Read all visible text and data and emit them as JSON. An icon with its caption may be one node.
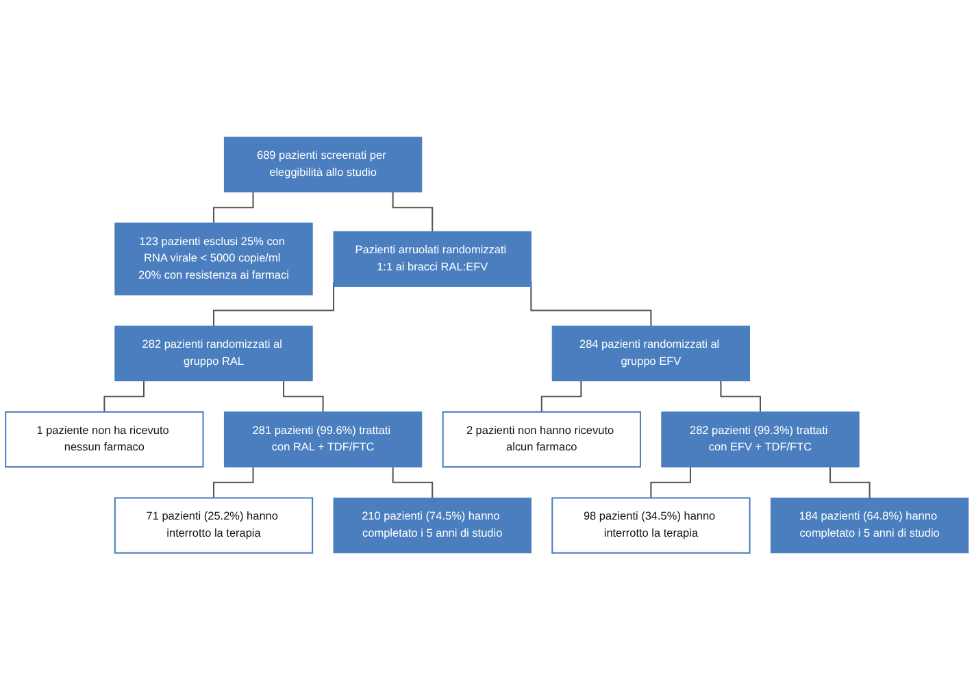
{
  "diagram": {
    "nodes": [
      {
        "text": [
          "689 pazienti screenati per eleggibilità allo studio"
        ]
      },
      {
        "text": [
          "123 pazienti esclusi 25% con RNA virale < 5000 copie/ml 20% con resistenza ai farmaci"
        ]
      },
      {
        "text": [
          "Pazienti arruolati randomizzati 1:1 ai bracci RAL:EFV"
        ]
      },
      {
        "text": [
          "282 pazienti randomizzati al gruppo RAL"
        ]
      },
      {
        "text": [
          "284 pazienti randomizzati al gruppo EFV"
        ]
      },
      {
        "text": [
          "1 paziente non ha ricevuto nessun farmaco"
        ]
      },
      {
        "text": [
          "2 pazienti non hanno ricevuto alcun farmaco"
        ]
      },
      {
        "text": [
          "281 pazienti (99.6%) trattati con RAL + TDF/FTC"
        ]
      },
      {
        "text": [
          "282 pazienti (99.3%) trattati con EFV + TDF/FTC"
        ]
      },
      {
        "text": [
          "71 pazienti (25.2%) hanno interrotto la terapia"
        ]
      },
      {
        "text": [
          "98 pazienti (34.5%) hanno interrotto la terapia"
        ]
      },
      {
        "text": [
          "210 pazienti (74.5%) hanno completato i 5 anni di studio"
        ]
      },
      {
        "text": [
          "184 pazienti (64.8%) hanno completato i 5 anni di studio"
        ]
      }
    ],
    "edges": [
      {
        "from": 0,
        "to": 1,
        "arrow": "none"
      },
      {
        "from": 0,
        "to": 2,
        "arrow": "none"
      },
      {
        "from": 2,
        "to": 3,
        "arrow": "none"
      },
      {
        "from": 2,
        "to": 4,
        "arrow": "none"
      },
      {
        "from": 3,
        "to": 5,
        "arrow": "none"
      },
      {
        "from": 3,
        "to": 7,
        "arrow": "none"
      },
      {
        "from": 4,
        "to": 6,
        "arrow": "none"
      },
      {
        "from": 4,
        "to": 8,
        "arrow": "none"
      },
      {
        "from": 7,
        "to": 9,
        "arrow": "none"
      },
      {
        "from": 7,
        "to": 11,
        "arrow": "none"
      },
      {
        "from": 8,
        "to": 10,
        "arrow": "none"
      },
      {
        "from": 8,
        "to": 12,
        "arrow": "none"
      }
    ]
  }
}
